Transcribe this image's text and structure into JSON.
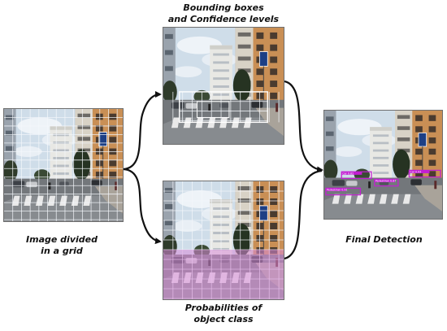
{
  "figure": {
    "top_label": [
      "Bounding boxes",
      "and Confidence levels"
    ],
    "left_label": [
      "Image divided",
      "in a grid"
    ],
    "bottom_label": [
      "Probabilities of",
      "object class"
    ],
    "right_label": [
      "Final Detection"
    ],
    "detection_tags": [
      "Pedestrian 0.91",
      "Car 0.82",
      "Car 0.93",
      "Pedestrian 0.87"
    ],
    "colors": {
      "grid": "#f4f7fb",
      "class_overlay": "#d98ad9",
      "detection_box": "#c21fd2",
      "arrow": "#111111"
    }
  }
}
